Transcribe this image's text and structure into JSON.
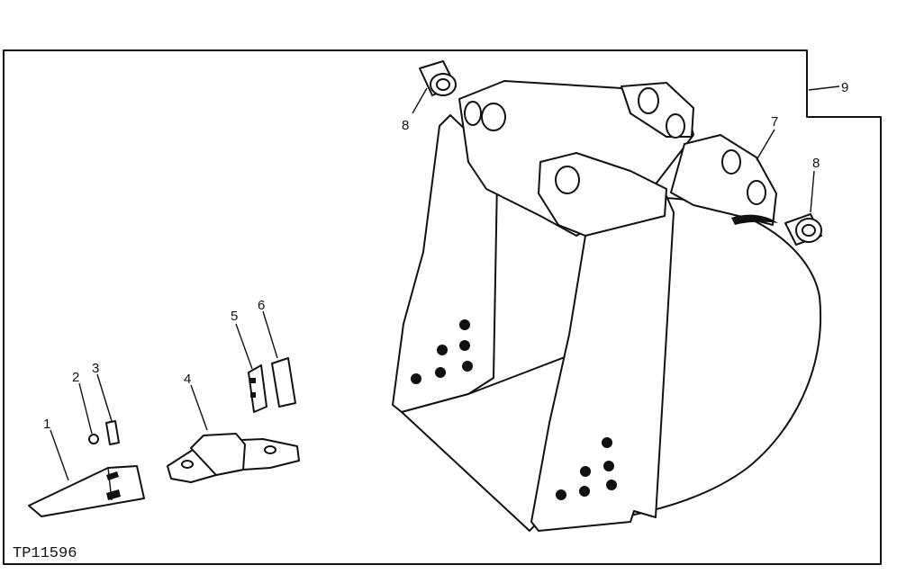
{
  "figure": {
    "code": "TP11596",
    "callouts": [
      {
        "id": "1",
        "text": "1"
      },
      {
        "id": "2",
        "text": "2"
      },
      {
        "id": "3",
        "text": "3"
      },
      {
        "id": "4",
        "text": "4"
      },
      {
        "id": "5",
        "text": "5"
      },
      {
        "id": "6",
        "text": "6"
      },
      {
        "id": "7",
        "text": "7"
      },
      {
        "id": "8a",
        "text": "8"
      },
      {
        "id": "8b",
        "text": "8"
      },
      {
        "id": "9",
        "text": "9"
      }
    ]
  }
}
